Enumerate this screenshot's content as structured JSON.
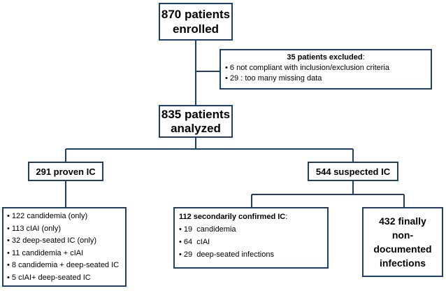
{
  "enrolled": {
    "line1": "870 patients",
    "line2": "enrolled"
  },
  "excluded": {
    "title": "35 patients excluded",
    "title_suffix": ":",
    "items": [
      {
        "bullet": "•",
        "text": "6 not compliant with inclusion/exclusion criteria"
      },
      {
        "bullet": "•",
        "text": "29 : too many missing data"
      }
    ]
  },
  "analyzed": {
    "line1": "835 patients",
    "line2": "analyzed"
  },
  "proven": {
    "label": "291 proven IC"
  },
  "suspected": {
    "label": "544 suspected IC"
  },
  "proven_details": {
    "items": [
      {
        "bullet": "•",
        "text": "122 candidemia (only)"
      },
      {
        "bullet": "•",
        "text": "113 cIAI (only)"
      },
      {
        "bullet": "•",
        "text": "32 deep-seated IC (only)"
      },
      {
        "bullet": "•",
        "text": "11 candidemia + cIAI"
      },
      {
        "bullet": "•",
        "text": "8 candidemia + deep-seated IC"
      },
      {
        "bullet": "•",
        "text": "5 cIAI+ deep-seated IC"
      }
    ]
  },
  "confirmed": {
    "title": "112 secondarily confirmed IC",
    "title_suffix": ":",
    "items": [
      {
        "bullet": "•",
        "text": "19  candidemia"
      },
      {
        "bullet": "•",
        "text": "64  cIAI"
      },
      {
        "bullet": "•",
        "text": "29  deep-seated infections"
      }
    ]
  },
  "non_documented": {
    "line1": "432 finally",
    "line2": "non-",
    "line3": "documented",
    "line4": "infections"
  },
  "colors": {
    "border": "#1f3f6b",
    "connector": "#1f3f6b"
  }
}
